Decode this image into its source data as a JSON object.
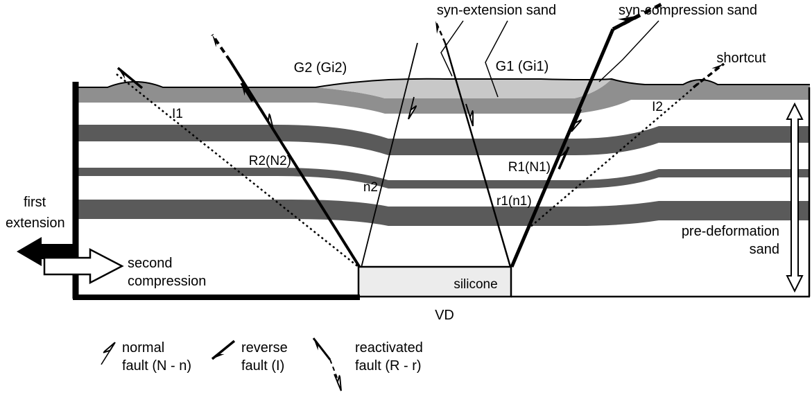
{
  "figure": {
    "colors": {
      "dark_band": "#5a5a5a",
      "cap_gray": "#8f8f8f",
      "light_sand": "#c8c8c8",
      "silicone_fill": "#ececec"
    },
    "top_labels": {
      "syn_extension_sand": "syn-extension sand",
      "syn_compression_sand": "syn-compression sand",
      "shortcut": "shortcut",
      "g2": "G2 (Gi2)",
      "g1": "G1 (Gi1)"
    },
    "fault_labels": {
      "i1": "I1",
      "r2n2": "R2(N2)",
      "n2": "n2",
      "r1n1_small": "r1(n1)",
      "r1n1_big": "R1(N1)",
      "i2": "I2"
    },
    "left_labels": {
      "first": "first",
      "extension": "extension",
      "second": "second",
      "compression": "compression"
    },
    "right_labels": {
      "pre_deformation": "pre-deformation",
      "sand": "sand"
    },
    "base_labels": {
      "silicone": "silicone",
      "vd": "VD"
    },
    "legend": {
      "normal_l1": "normal",
      "normal_l2": "fault (N - n)",
      "reverse_l1": "reverse",
      "reverse_l2": "fault (I)",
      "reactivated_l1": "reactivated",
      "reactivated_l2": "fault (R - r)"
    }
  }
}
